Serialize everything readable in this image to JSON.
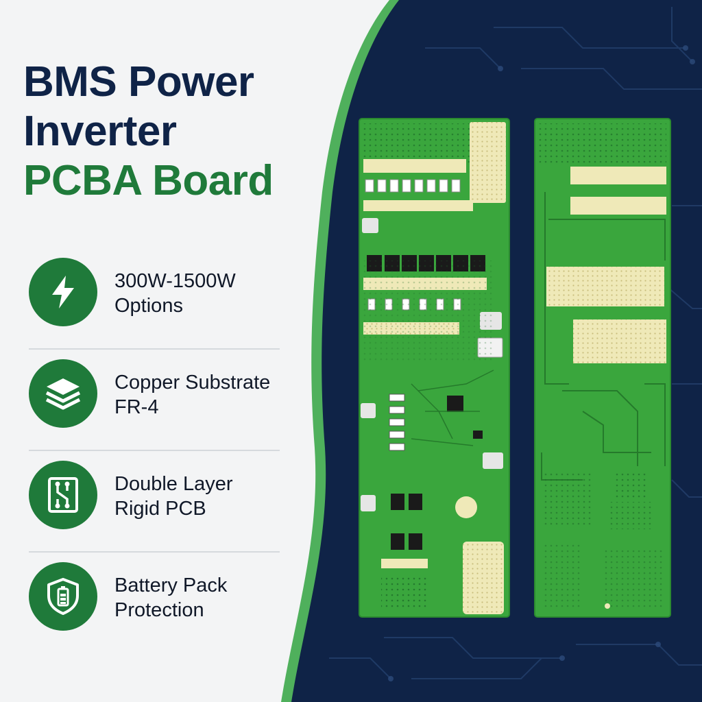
{
  "title": {
    "line1": "BMS Power",
    "line2": "Inverter",
    "line3": "PCBA Board"
  },
  "colors": {
    "navy": "#0f2347",
    "green": "#1f7a3a",
    "pcb_green": "#3aa63d",
    "pad_cream": "#efe9b8"
  },
  "features": [
    {
      "icon": "lightning-icon",
      "line1": "300W-1500W",
      "line2": "Options"
    },
    {
      "icon": "layers-icon",
      "line1": "Copper Substrate",
      "line2": "FR-4"
    },
    {
      "icon": "circuit-icon",
      "line1": "Double Layer",
      "line2": "Rigid PCB"
    },
    {
      "icon": "battery-shield-icon",
      "line1": "Battery Pack",
      "line2": "Protection"
    }
  ]
}
